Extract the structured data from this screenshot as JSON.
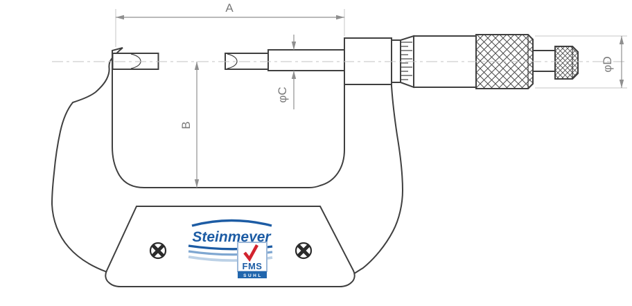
{
  "title": "Outside micrometer dimensional drawing",
  "dimensions": {
    "a_label": "A",
    "b_label": "B",
    "c_label": "φC",
    "d_label": "φD"
  },
  "logo": {
    "brand": "Steinmeyer",
    "badge": "FMS",
    "badge_sub": "SUHL",
    "check_icon": "checkmark-icon"
  },
  "colors": {
    "drawing_line": "#3f3f3f",
    "dimension_line": "#8f8f8f",
    "centerline": "#c2c2c2",
    "brand_blue": "#1d5ca4",
    "swoosh_mid_blue": "#7fa7d1",
    "swoosh_light_blue": "#bcd1e6",
    "check_red": "#d2232e",
    "suhl_bar_blue": "#2166ad"
  }
}
